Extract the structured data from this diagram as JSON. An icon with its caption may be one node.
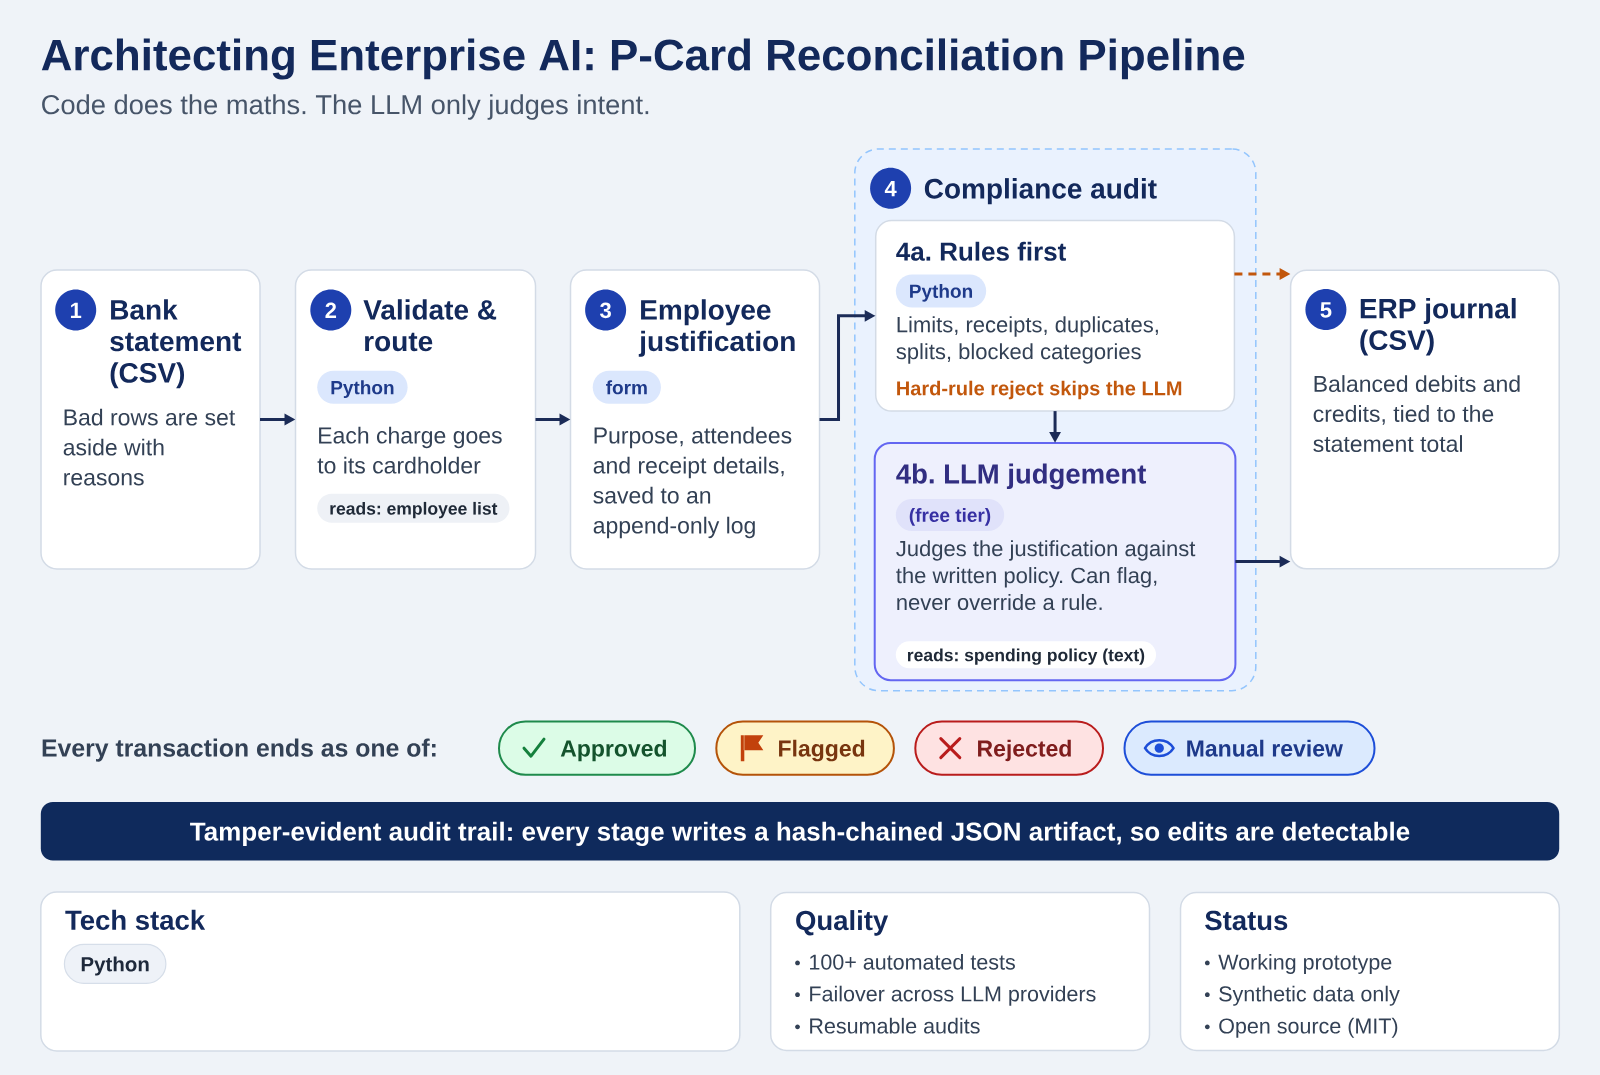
{
  "diagram": {
    "title": "Architecting Enterprise AI: P-Card Reconciliation Pipeline",
    "nodes": [
      {
        "text": [
          "1",
          "Bank statement (CSV)",
          "Bad rows are set aside with reasons"
        ]
      },
      {
        "text": [
          "2",
          "Validate & route",
          "Python",
          "Each charge goes to its cardholder",
          "reads: employee list"
        ]
      },
      {
        "text": [
          "3",
          "Employee justification",
          "form",
          "Purpose, attendees and receipt details, saved to an append-only log"
        ]
      },
      {
        "text": [
          "4",
          "Compliance audit"
        ]
      },
      {
        "text": [
          "4a. Rules first",
          "Python",
          "Limits, receipts, duplicates, splits, blocked categories",
          "Hard-rule reject skips the LLM"
        ],
        "in": 3
      },
      {
        "text": [
          "4b. LLM judgement",
          "(free tier)",
          "Judges the justification against the written policy. Can flag, never override a rule.",
          "reads: spending policy (text)"
        ],
        "in": 3
      },
      {
        "text": [
          "5",
          "ERP journal (CSV)",
          "Balanced debits and credits, tied to the statement total"
        ]
      },
      {
        "text": [
          "Approved"
        ]
      },
      {
        "text": [
          "Flagged"
        ]
      },
      {
        "text": [
          "Rejected"
        ]
      },
      {
        "text": [
          "Manual review"
        ]
      },
      {
        "text": [
          "Tamper-evident audit trail: every stage writes a hash-chained JSON artifact, so edits are detectable"
        ]
      },
      {
        "text": [
          "Tech stack",
          "Python"
        ]
      },
      {
        "text": [
          "Quality",
          "100+ automated tests",
          "Failover across LLM providers",
          "Resumable audits"
        ]
      },
      {
        "text": [
          "Status",
          "Working prototype",
          "Synthetic data only",
          "Open source (MIT)"
        ]
      }
    ],
    "edges": [
      {
        "from": 0,
        "to": 1,
        "arrow": "to"
      },
      {
        "from": 1,
        "to": 2,
        "arrow": "to"
      },
      {
        "from": 2,
        "to": 4,
        "arrow": "to"
      },
      {
        "from": 4,
        "to": 5,
        "arrow": "to"
      },
      {
        "from": 4,
        "to": 6,
        "arrow": "to",
        "style": "dashed",
        "color": "#c2570c"
      },
      {
        "from": 5,
        "to": 6,
        "arrow": "to"
      }
    ],
    "labels": [
      "Code does the maths. The LLM only judges intent.",
      "Every transaction ends as one of:"
    ]
  }
}
